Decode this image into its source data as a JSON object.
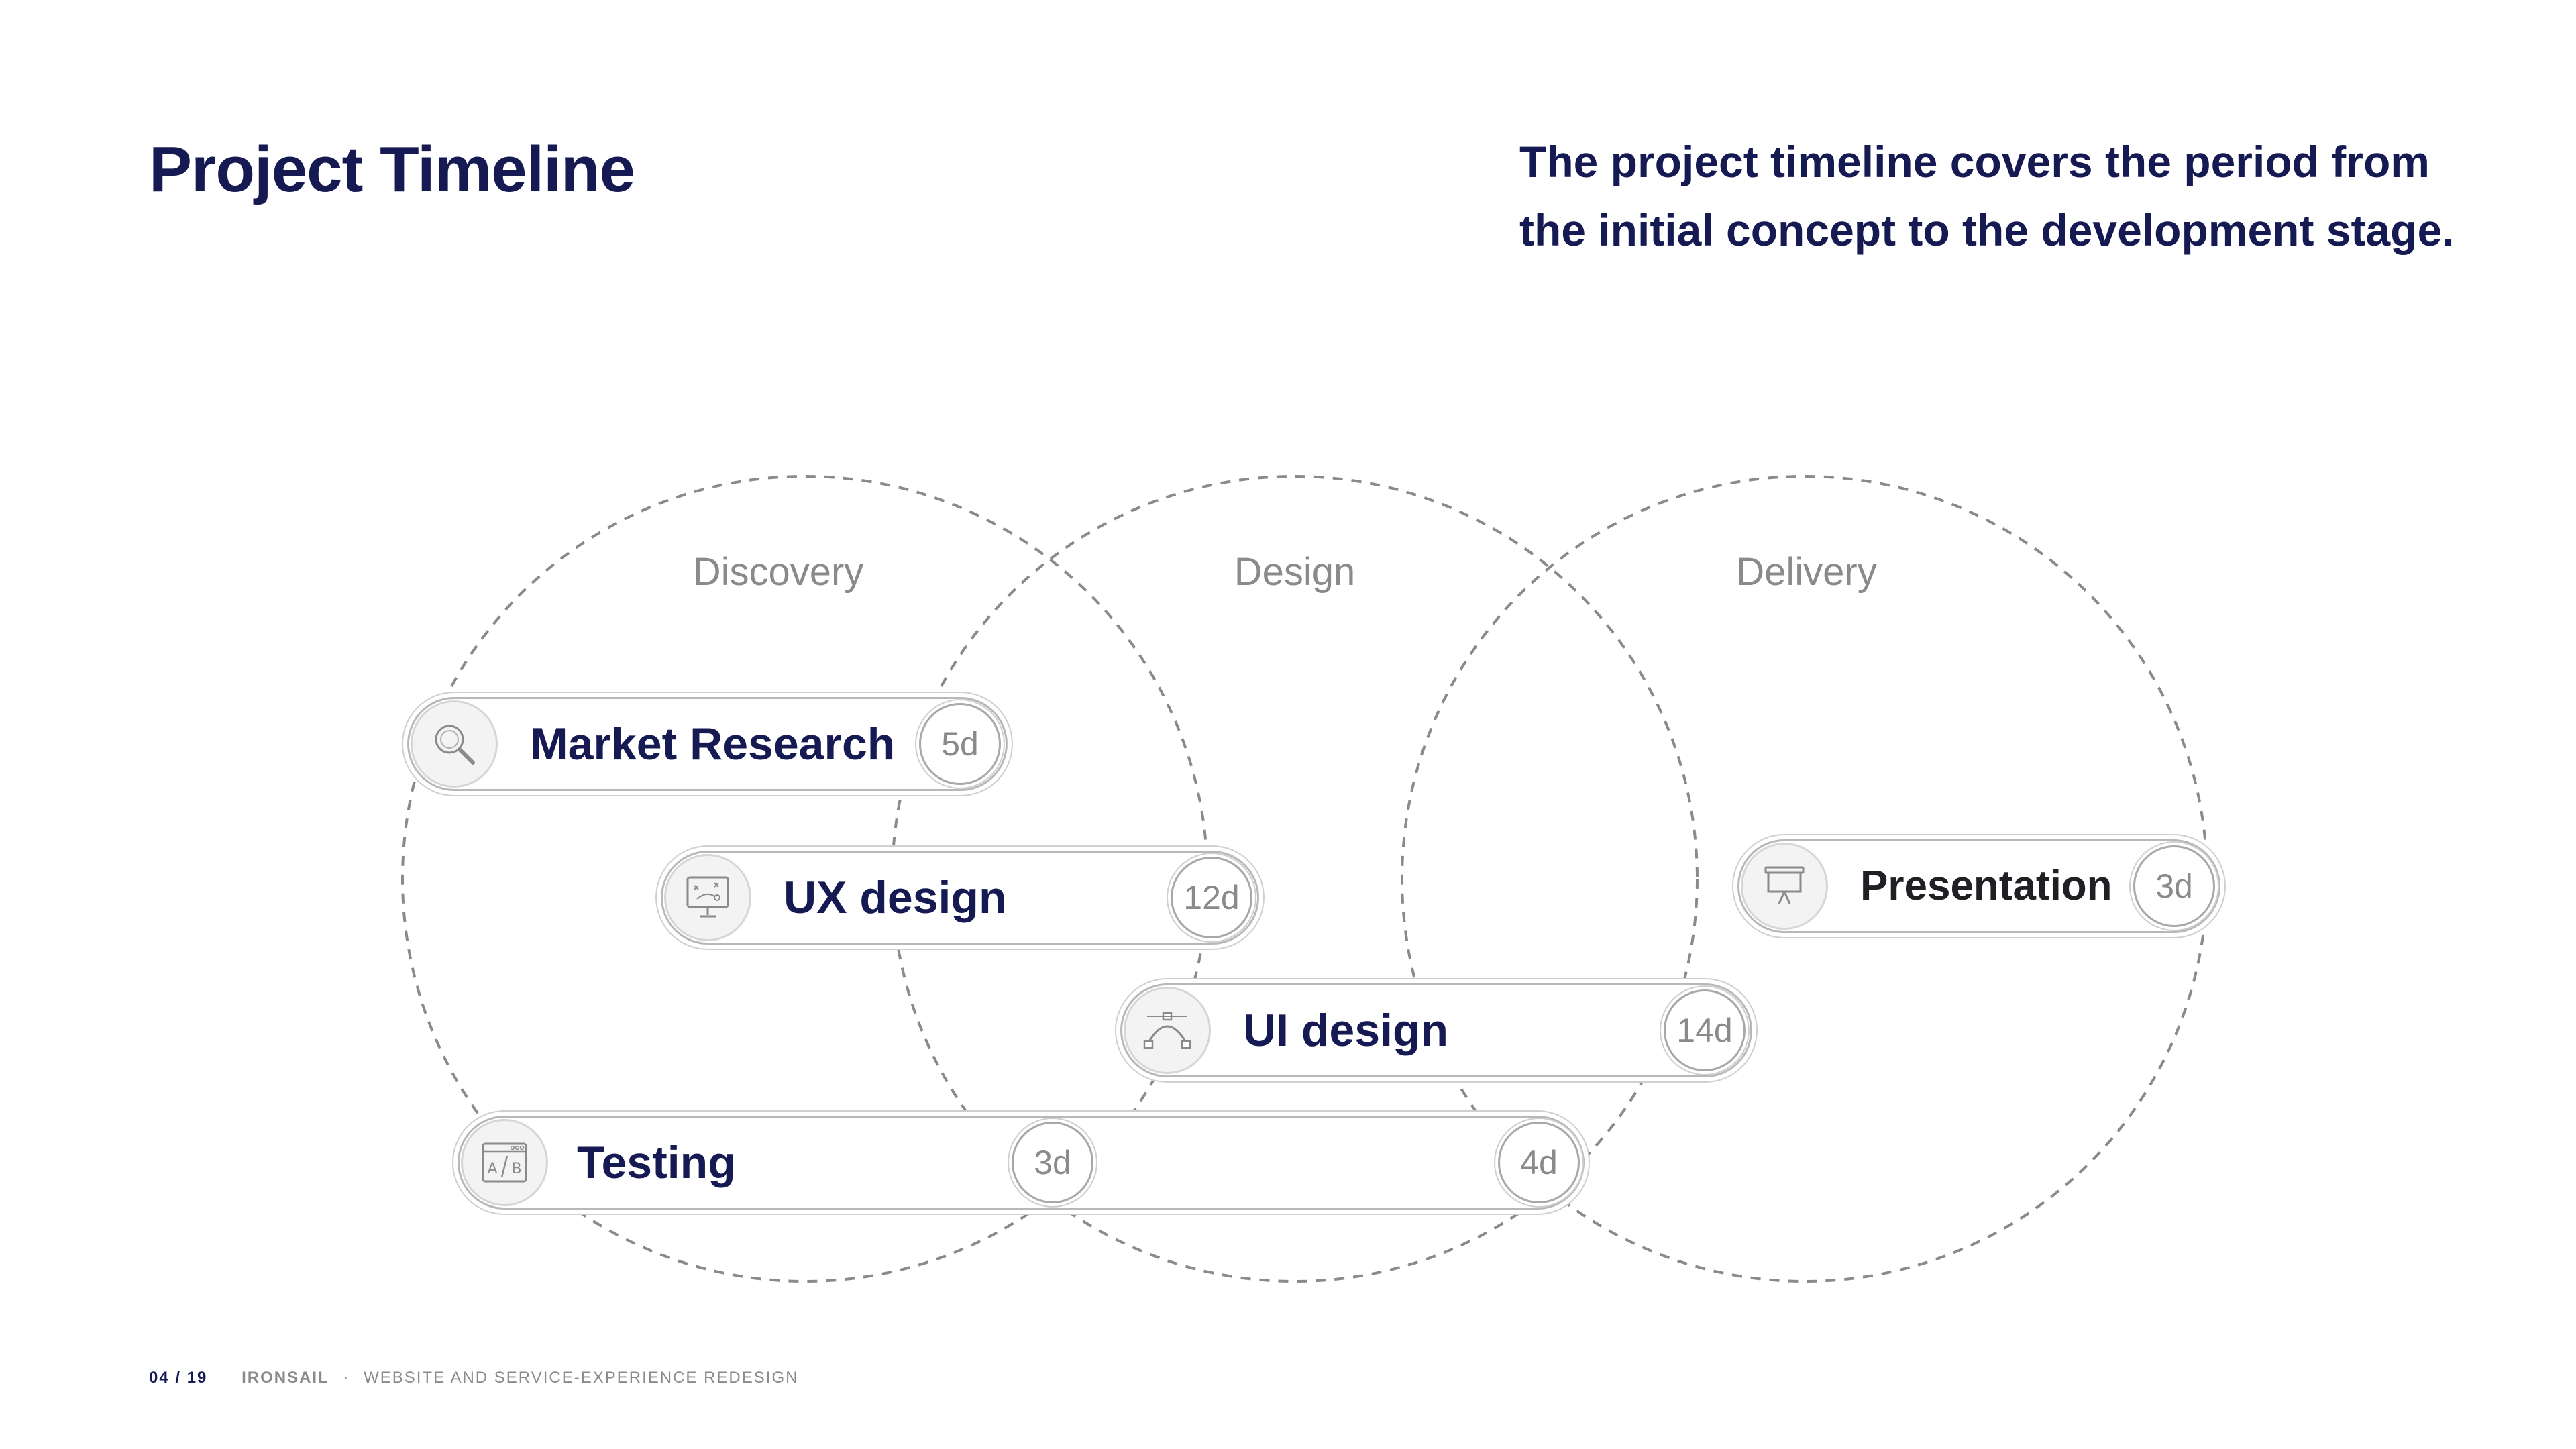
{
  "header": {
    "title": "Project Timeline",
    "description": "The project timeline covers the period from the initial concept to the development stage."
  },
  "phases": [
    {
      "label": "Discovery"
    },
    {
      "label": "Design"
    },
    {
      "label": "Delivery"
    }
  ],
  "tasks": [
    {
      "label": "Market Research",
      "icon": "magnifier-icon",
      "durations": [
        "5d"
      ]
    },
    {
      "label": "UX design",
      "icon": "wireframe-monitor-icon",
      "durations": [
        "12d"
      ]
    },
    {
      "label": "UI design",
      "icon": "bezier-pen-icon",
      "durations": [
        "14d"
      ]
    },
    {
      "label": "Testing",
      "icon": "ab-test-icon",
      "durations": [
        "3d",
        "4d"
      ]
    },
    {
      "label": "Presentation",
      "icon": "presentation-board-icon",
      "durations": [
        "3d"
      ]
    }
  ],
  "footer": {
    "page": "04 / 19",
    "project": "IRONSAIL",
    "separator": "·",
    "subtitle": "WEBSITE AND SERVICE-EXPERIENCE REDESIGN"
  },
  "colors": {
    "title": "#161a52",
    "muted": "#8a8a8a",
    "dashed_circle": "#8a8a8a",
    "pill_border": "#b8b8b8"
  }
}
